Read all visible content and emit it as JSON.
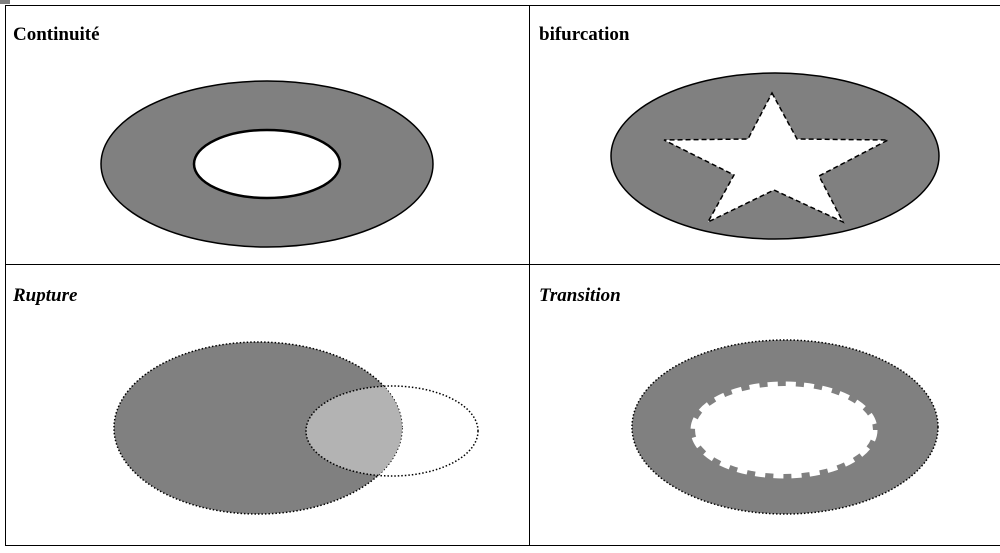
{
  "panels": [
    {
      "id": "continuite",
      "title": "Continuité",
      "italic": false
    },
    {
      "id": "bifurcation",
      "title": "bifurcation",
      "italic": false
    },
    {
      "id": "rupture",
      "title": "Rupture",
      "italic": true
    },
    {
      "id": "transition",
      "title": "Transition",
      "italic": true
    }
  ],
  "colors": {
    "fill_dark": "#808080",
    "fill_light": "#b3b3b3",
    "hole": "#ffffff",
    "outline": "#000000",
    "border": "#000000"
  }
}
